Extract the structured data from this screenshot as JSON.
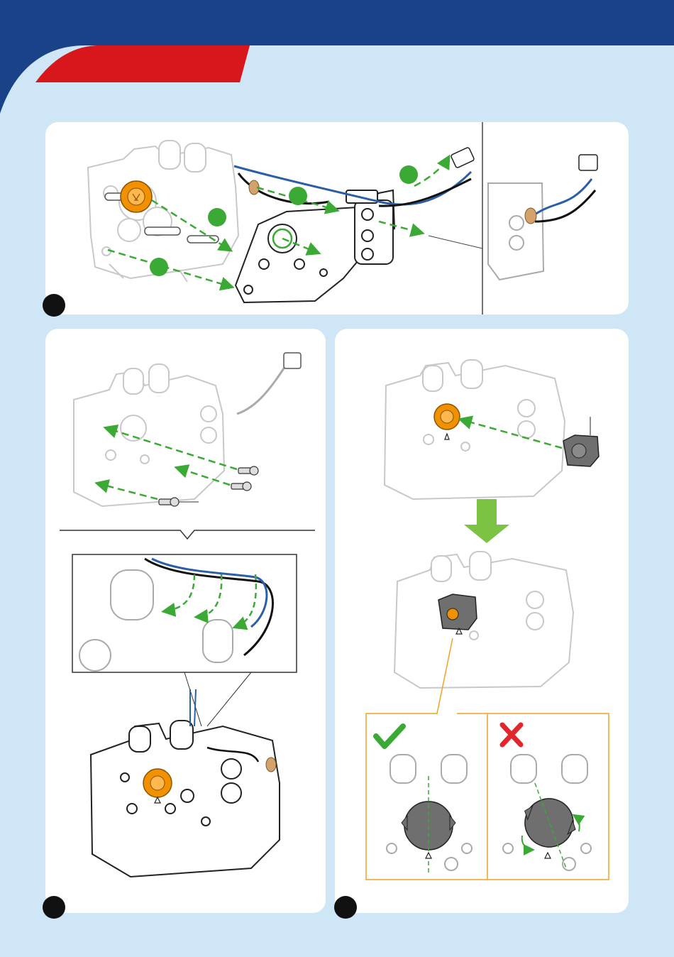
{
  "page": {
    "colors": {
      "header_blue": "#1a4289",
      "header_red": "#d7171c",
      "page_background": "#cfe6f7",
      "panel_background": "#ffffff",
      "guide_green": "#3aaa35",
      "gear_orange": "#f29100",
      "cable_blue": "#2a5fa8",
      "cable_black": "#111111",
      "callout_orange": "#f3a223",
      "wrong_red": "#e3262b"
    }
  },
  "steps": [
    {
      "panel": "top",
      "icon": "step-number-badge"
    },
    {
      "panel": "bottom-left",
      "icon": "step-number-badge"
    },
    {
      "panel": "bottom-right",
      "icon": "step-number-badge"
    }
  ],
  "icons": {
    "correct": "check-mark-icon",
    "incorrect": "cross-mark-icon",
    "direction": "down-arrow-icon"
  }
}
